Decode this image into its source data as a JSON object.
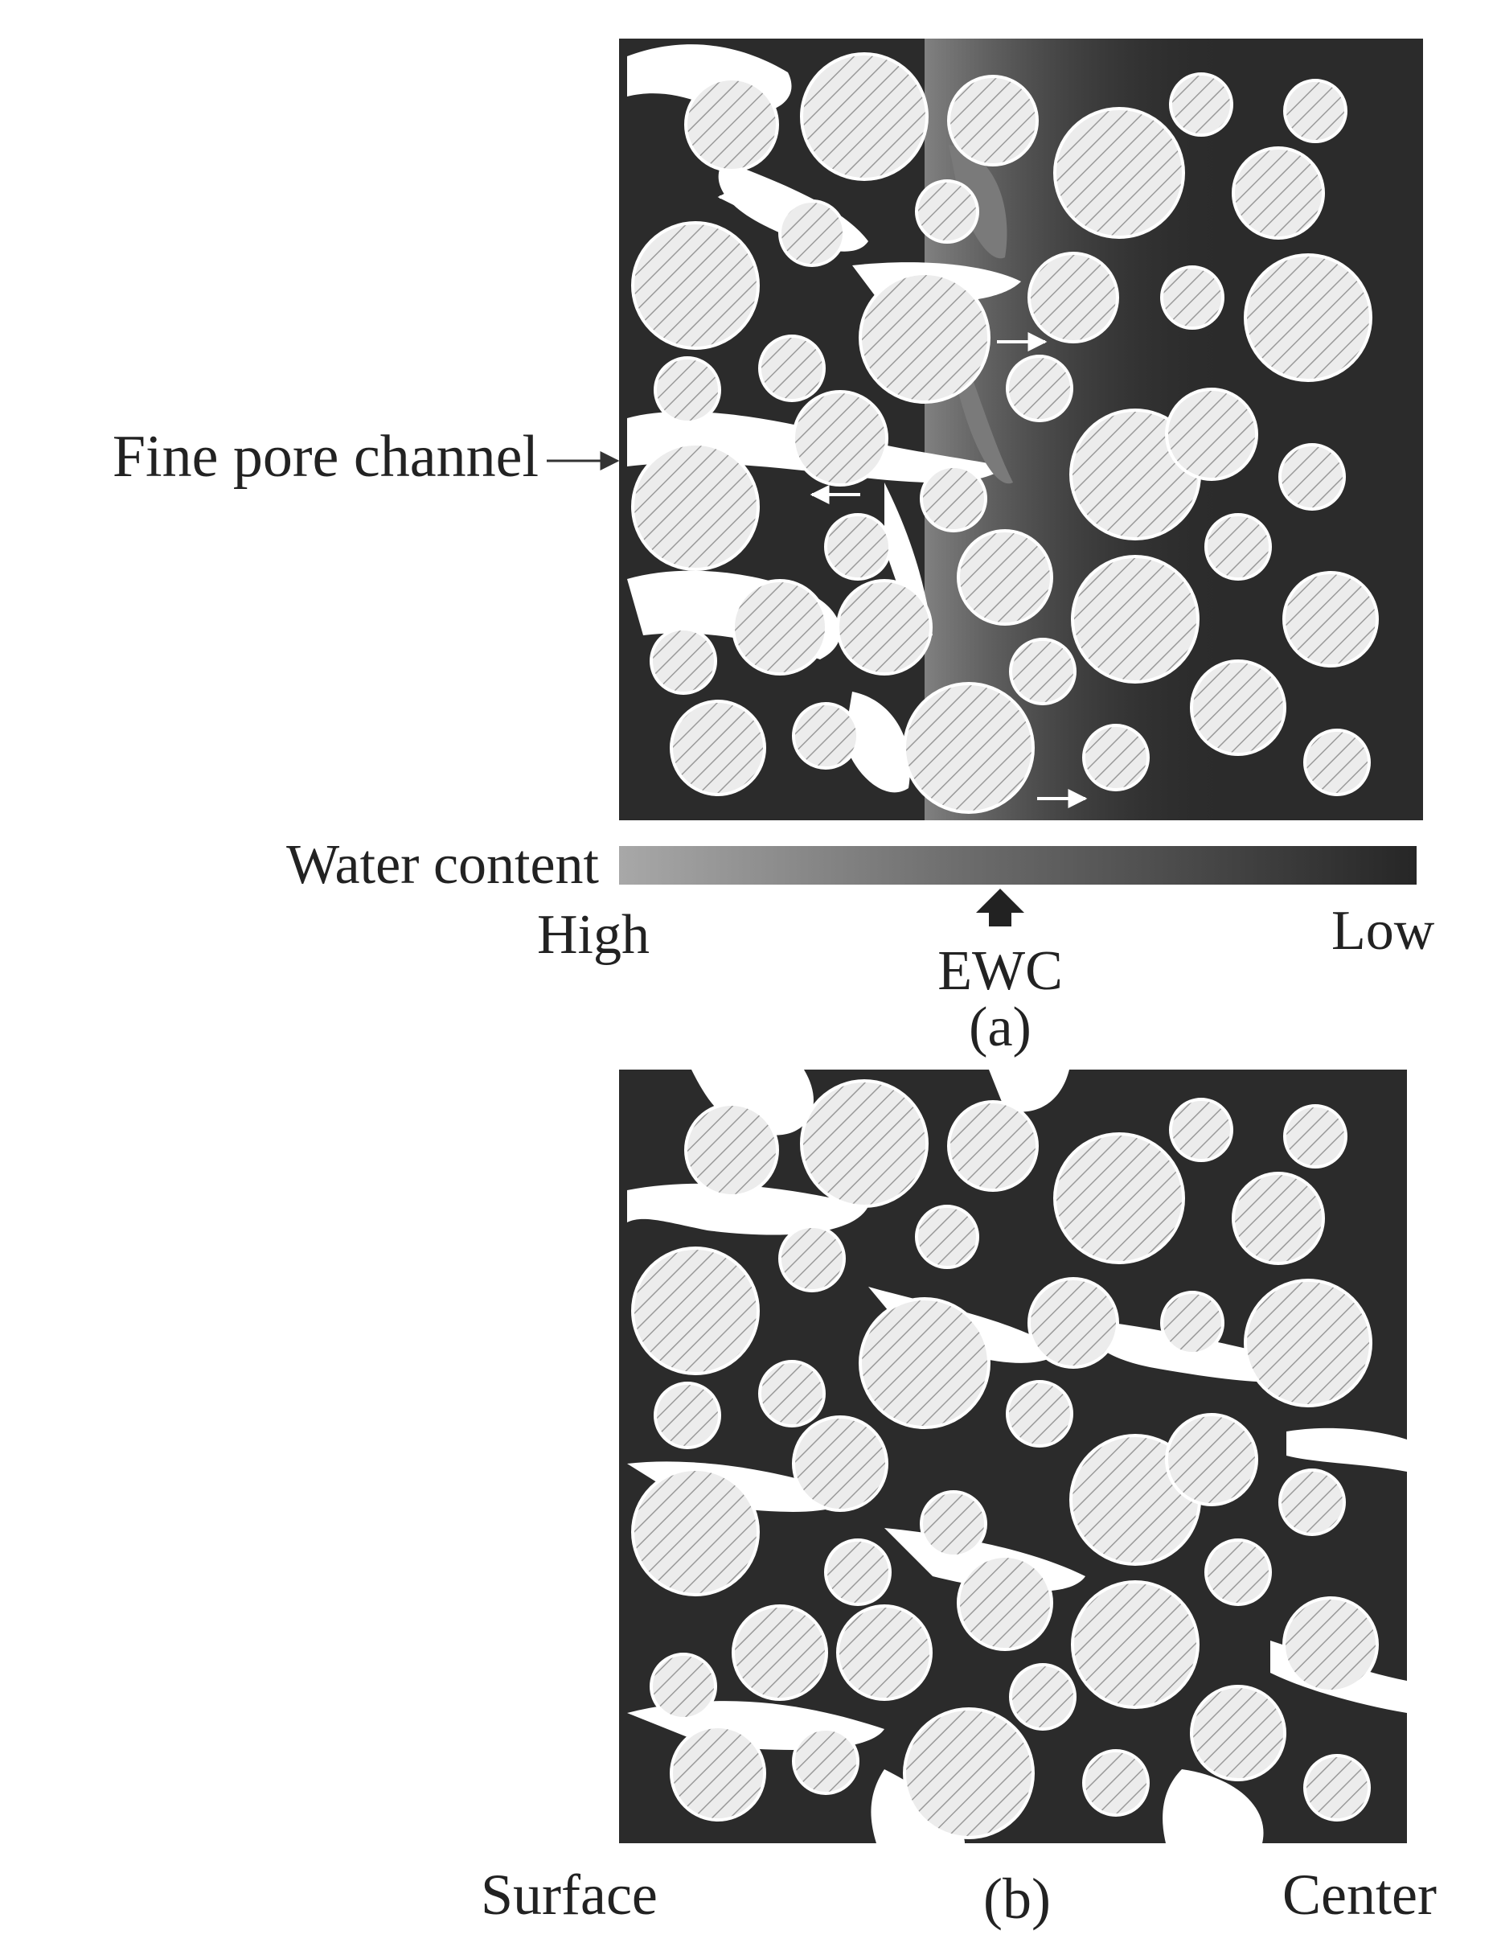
{
  "panel_a": {
    "caption": "(a)",
    "annotation": "Fine pore channel",
    "colorbar": {
      "title": "Water content",
      "high_label": "High",
      "low_label": "Low",
      "marker_label": "EWC"
    }
  },
  "panel_b": {
    "caption": "(b)",
    "left_label": "Surface",
    "right_label": "Center"
  },
  "colors": {
    "matrix": "#2b2b2b",
    "particle_fill": "#ececec",
    "particle_hatch": "#9a9a9a",
    "water_high": "#a8a8a8",
    "water_low": "#262626",
    "pore_void": "#ffffff"
  }
}
